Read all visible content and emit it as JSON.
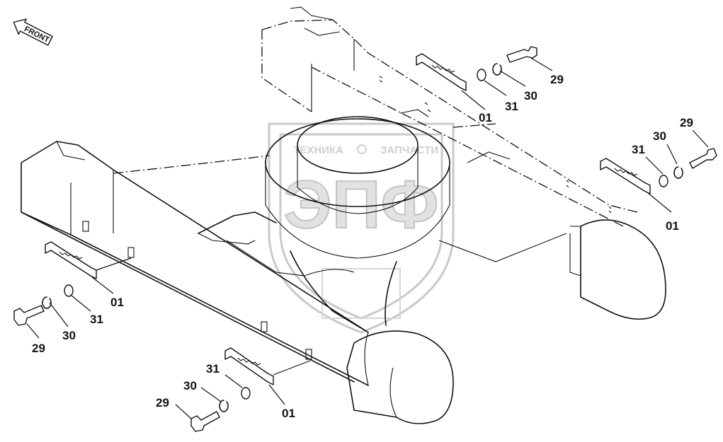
{
  "front_arrow": {
    "label": "FRONT"
  },
  "watermark": {
    "left_word": "ТЕХНИКА",
    "right_word": "ЗАПЧАСТИ",
    "monogram": "ЭПФ"
  },
  "callouts": {
    "group_top": {
      "bolt": "29",
      "spring_washer": "30",
      "washer": "31",
      "bracket": "01"
    },
    "group_right": {
      "bolt": "29",
      "spring_washer": "30",
      "washer": "31",
      "bracket": "01"
    },
    "group_left": {
      "bolt": "29",
      "spring_washer": "30",
      "washer": "31",
      "bracket": "01"
    },
    "group_bottom": {
      "bolt": "29",
      "spring_washer": "30",
      "washer": "31",
      "bracket": "01"
    }
  }
}
